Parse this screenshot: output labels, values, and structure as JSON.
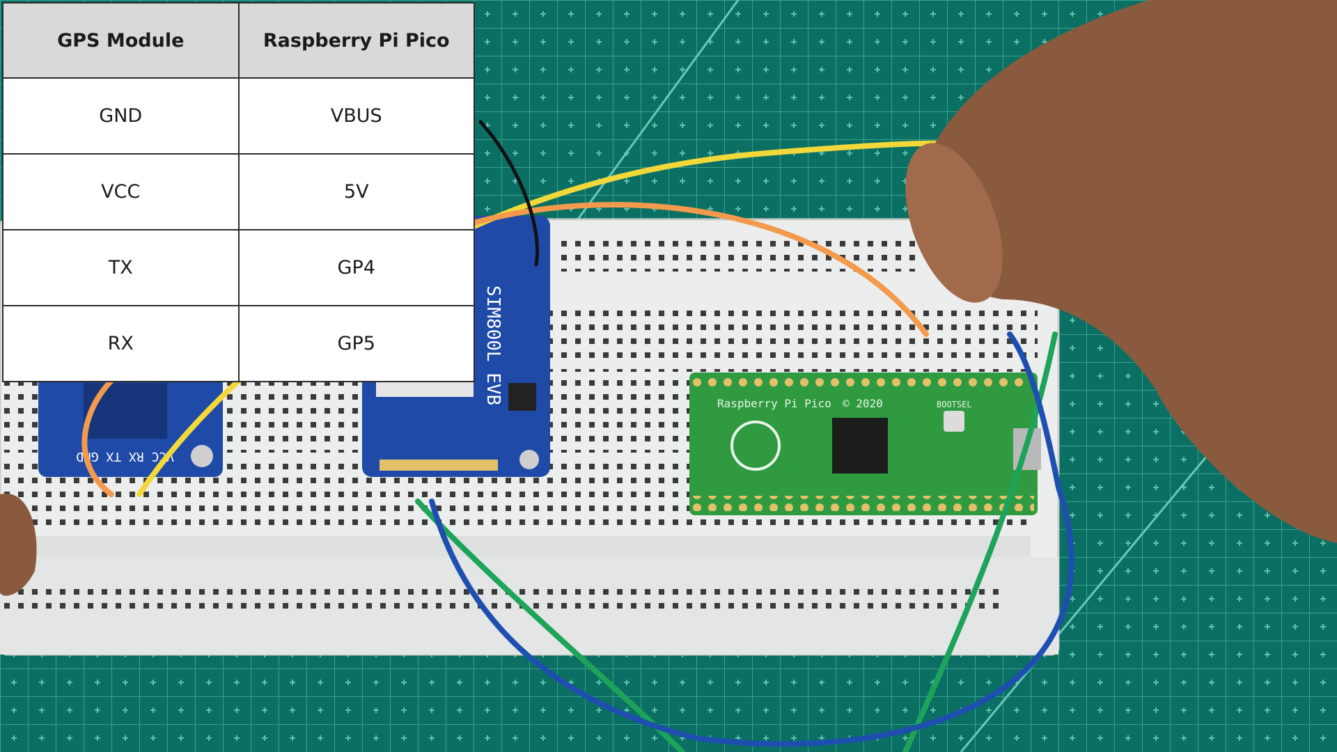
{
  "table": {
    "headers": [
      "GPS Module",
      "Raspberry Pi Pico"
    ],
    "rows": [
      [
        "GND",
        "VBUS"
      ],
      [
        "VCC",
        "5V"
      ],
      [
        "TX",
        "GP4"
      ],
      [
        "RX",
        "GP5"
      ]
    ]
  },
  "photo": {
    "board_text": "Raspberry Pi Pico",
    "board_year": "© 2020",
    "bootsel_label": "BOOTSEL",
    "module_text": "SIM800L EVB",
    "gps_pin_labels": "VCC RX TX GND",
    "colors": {
      "mat": "#0c6f63",
      "grid": "#36a392",
      "breadboard": "#eceeed",
      "pico": "#2f9a3f",
      "module_blue": "#1f4aa8",
      "wire_yellow": "#f2d83a",
      "wire_orange": "#f39a4c",
      "wire_green": "#1ea35a",
      "wire_blue": "#1e4fb0",
      "skin": "#8a5a3e"
    }
  }
}
